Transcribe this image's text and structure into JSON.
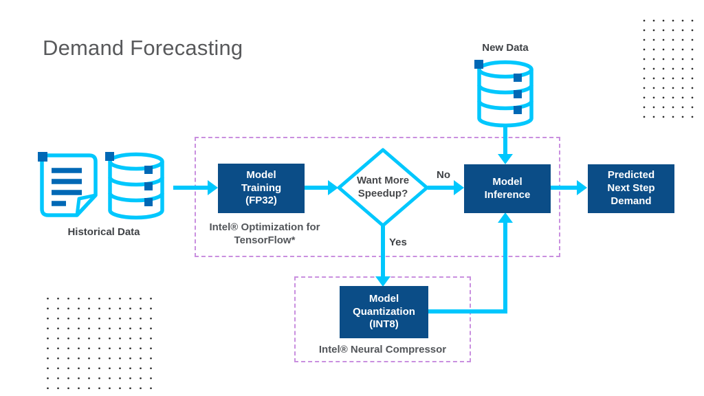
{
  "page": {
    "title": "Demand Forecasting"
  },
  "colors": {
    "flow_cyan": "#00C7FD",
    "node_navy_fill": "#0B4D87",
    "icon_accent_blue": "#0068B5",
    "dashed_frame_purple": "#C98FDF",
    "node_text_white": "#FFFFFF",
    "label_gray": "#3F4246",
    "title_gray": "#58595B",
    "dot_gray": "#2E2E2E"
  },
  "flow": {
    "historical": {
      "label": "Historical Data"
    },
    "new_data": {
      "label": "New Data"
    },
    "training": {
      "line1": "Model",
      "line2": "Training",
      "line3": "(FP32)"
    },
    "decision": {
      "line1": "Want More",
      "line2": "Speedup?"
    },
    "inference": {
      "line1": "Model",
      "line2": "Inference"
    },
    "predicted": {
      "line1": "Predicted",
      "line2": "Next Step",
      "line3": "Demand"
    },
    "quantization": {
      "line1": "Model",
      "line2": "Quantization",
      "line3": "(INT8)"
    },
    "edges": {
      "no": "No",
      "yes": "Yes"
    },
    "frameworks": {
      "tensorflow_line1": "Intel® Optimization for",
      "tensorflow_line2": "TensorFlow*",
      "neural_compressor": "Intel® Neural Compressor"
    }
  }
}
